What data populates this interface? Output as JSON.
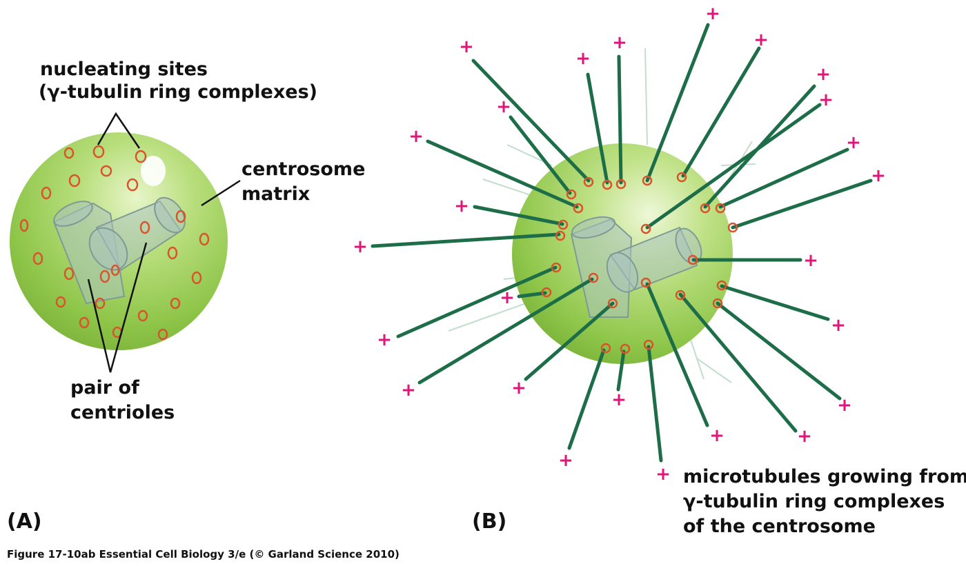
{
  "panel_a": {
    "label": "(A)",
    "nucleating_label_1": "nucleating sites",
    "nucleating_label_2": "(γ-tubulin ring complexes)",
    "matrix_label_1": "centrosome",
    "matrix_label_2": "matrix",
    "centrioles_label_1": "pair of",
    "centrioles_label_2": "centrioles"
  },
  "panel_b": {
    "label": "(B)",
    "plus_sign": "+",
    "microtubule_label_1": "microtubules growing from",
    "microtubule_label_2": "γ-tubulin ring complexes",
    "microtubule_label_3": "of the centrosome"
  },
  "caption": "Figure 17-10ab  Essential Cell Biology 3/e (© Garland Science 2010)",
  "colors": {
    "matrix_green": "#9ccc56",
    "microtubule": "#1d6e48",
    "ring": "#d9532c",
    "plus": "#e0157a",
    "centriole": "#9ab7b5"
  }
}
